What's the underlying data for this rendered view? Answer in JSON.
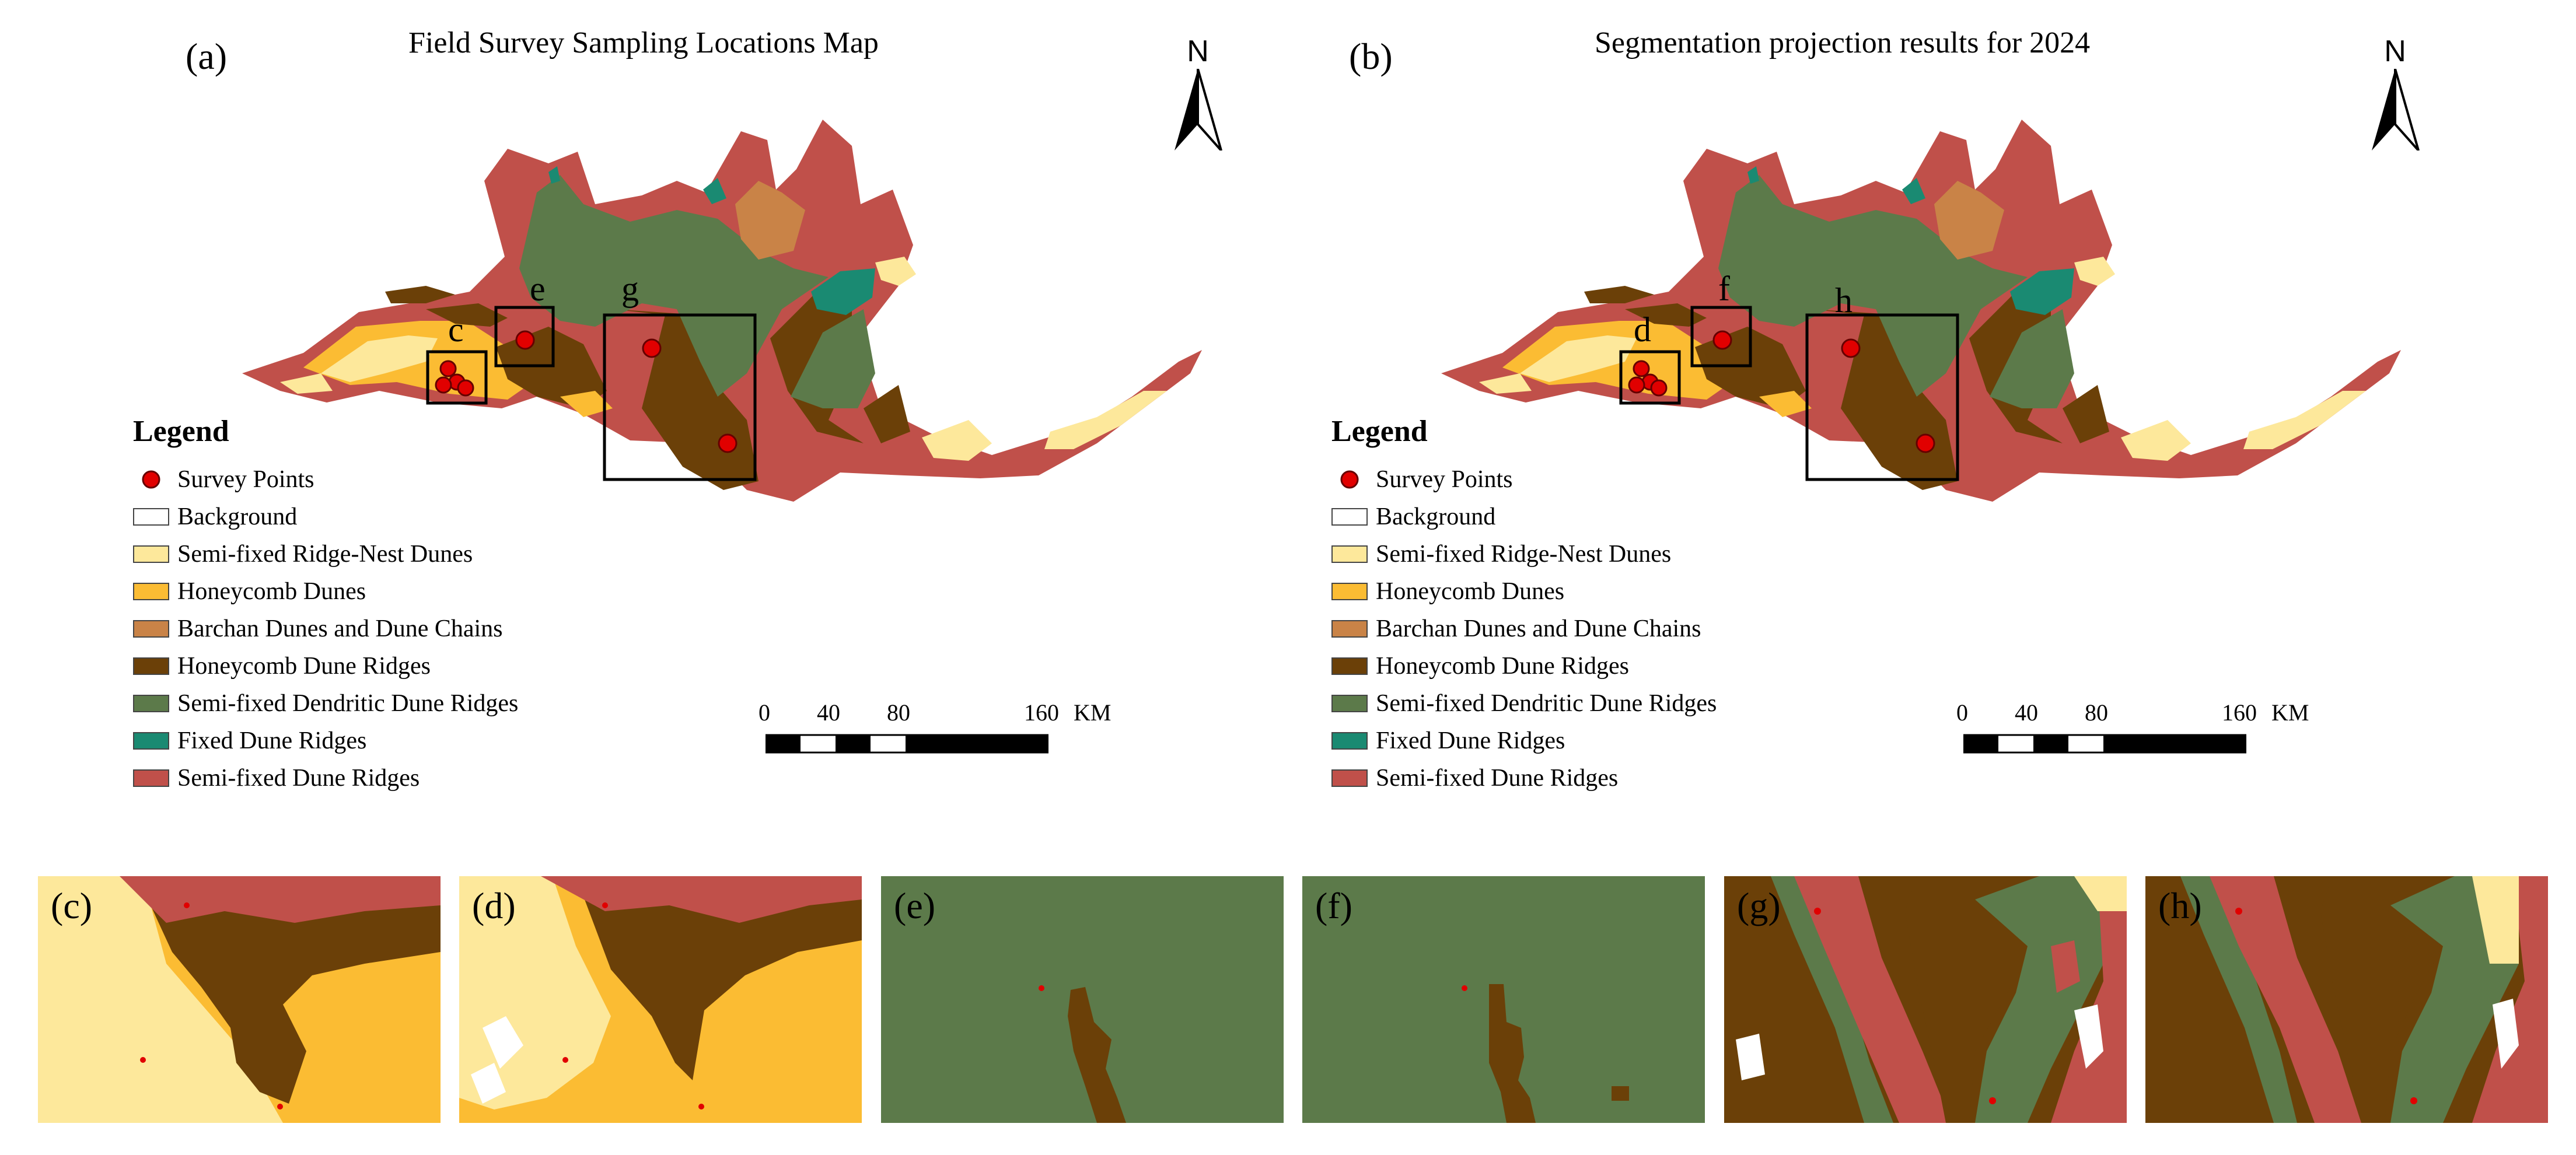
{
  "panels": {
    "a": {
      "label": "(a)",
      "title": "Field Survey Sampling Locations Map",
      "boxes": [
        "c",
        "e",
        "g"
      ]
    },
    "b": {
      "label": "(b)",
      "title": "Segmentation projection results for 2024",
      "boxes": [
        "d",
        "f",
        "h"
      ]
    }
  },
  "north_arrow": {
    "label": "N"
  },
  "legend": {
    "title": "Legend",
    "items": [
      {
        "label": "Survey Points",
        "kind": "point",
        "color": "#e10000"
      },
      {
        "label": "Background",
        "kind": "swatch",
        "color": "#ffffff"
      },
      {
        "label": "Semi-fixed Ridge-Nest Dunes",
        "kind": "swatch",
        "color": "#fde89b"
      },
      {
        "label": "Honeycomb Dunes",
        "kind": "swatch",
        "color": "#fbbc33"
      },
      {
        "label": "Barchan Dunes and Dune Chains",
        "kind": "swatch",
        "color": "#c98347"
      },
      {
        "label": "Honeycomb Dune Ridges",
        "kind": "swatch",
        "color": "#6b4008"
      },
      {
        "label": "Semi-fixed Dendritic Dune Ridges",
        "kind": "swatch",
        "color": "#5c7a4a"
      },
      {
        "label": "Fixed Dune Ridges",
        "kind": "swatch",
        "color": "#1a8a72"
      },
      {
        "label": "Semi-fixed Dune Ridges",
        "kind": "swatch",
        "color": "#c0504a"
      }
    ]
  },
  "scale_bar": {
    "ticks": [
      "0",
      "40",
      "80",
      "160"
    ],
    "unit": "KM"
  },
  "thumbnails": [
    {
      "label": "(c)"
    },
    {
      "label": "(d)"
    },
    {
      "label": "(e)"
    },
    {
      "label": "(f)"
    },
    {
      "label": "(g)"
    },
    {
      "label": "(h)"
    }
  ]
}
